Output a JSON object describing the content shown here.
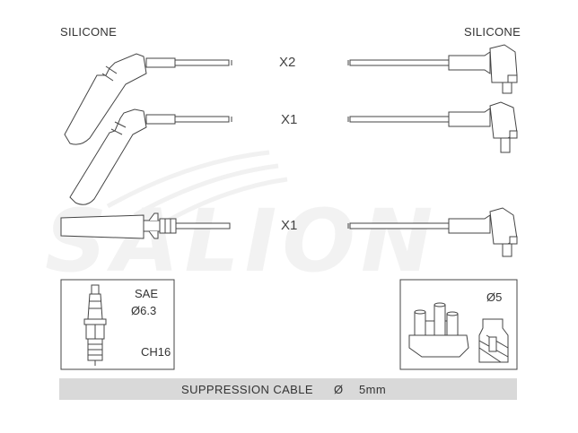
{
  "labels": {
    "left_material": "SILICONE",
    "right_material": "SILICONE"
  },
  "rows": [
    {
      "quantity": "X2"
    },
    {
      "quantity": "X1"
    },
    {
      "quantity": "X1"
    }
  ],
  "spark_plug_box": {
    "terminal_type": "SAE",
    "diameter": "Ø6.3",
    "code": "CH16"
  },
  "distributor_box": {
    "diameter": "Ø5"
  },
  "footer": {
    "cable_label": "SUPPRESSION CABLE",
    "diameter_symbol": "Ø",
    "cable_size": "5mm"
  },
  "watermark": {
    "text": "SALION",
    "color": "#eeeeee"
  },
  "colors": {
    "line": "#444444",
    "footer_bg": "#d9d9d9"
  }
}
